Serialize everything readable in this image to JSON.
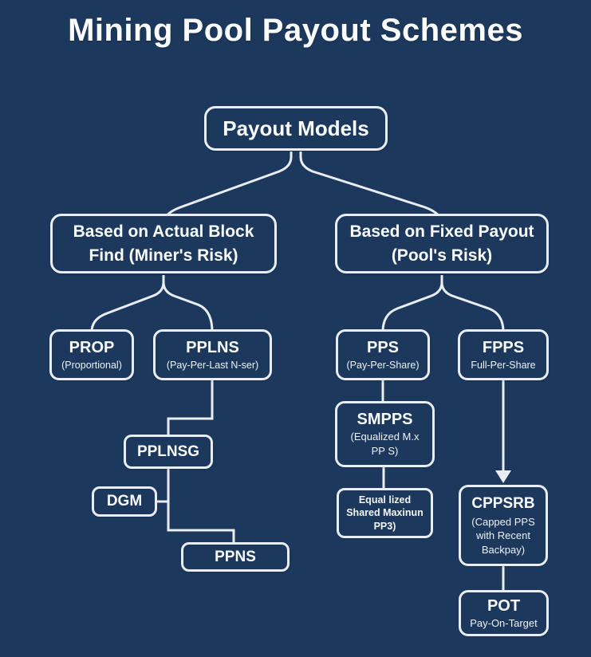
{
  "page": {
    "title": "Mining Pool Payout Schemes"
  },
  "colors": {
    "background": "#1c395d",
    "box_border": "#e9edf4",
    "connector_line": "#e9edf4",
    "text": "#fafbfd"
  },
  "nodes": {
    "payout_models": {
      "title": "Payout Models"
    },
    "actual_block": {
      "title_line1": "Based on Actual Block",
      "title_line2": "Find (Miner's Risk)"
    },
    "fixed_payout": {
      "title_line1": "Based on Fixed Payout",
      "title_line2": "(Pool's Risk)"
    },
    "prop": {
      "title": "PROP",
      "subtitle": "(Proportional)"
    },
    "pplns": {
      "title": "PPLNS",
      "subtitle": "(Pay-Per-Last N-ser)"
    },
    "pps": {
      "title": "PPS",
      "subtitle": "(Pay-Per-Share)"
    },
    "fpps": {
      "title": "FPPS",
      "subtitle": "Full-Per-Share"
    },
    "smpps": {
      "title": "SMPPS",
      "subtitle_line1": "(Equalized M.x",
      "subtitle_line2": "PP S)"
    },
    "equalized": {
      "line1": "Equal lized",
      "line2": "Shared Maxinun",
      "line3": "PP3)"
    },
    "pplnsg": {
      "title": "PPLNSG"
    },
    "dgm": {
      "title": "DGM"
    },
    "ppns": {
      "title": "PPNS"
    },
    "cppsrb": {
      "title": "CPPSRB",
      "subtitle_line1": "(Capped PPS",
      "subtitle_line2": "with Recent",
      "subtitle_line3": "Backpay)"
    },
    "pot": {
      "title": "POT",
      "subtitle": "Pay-On-Target"
    }
  }
}
